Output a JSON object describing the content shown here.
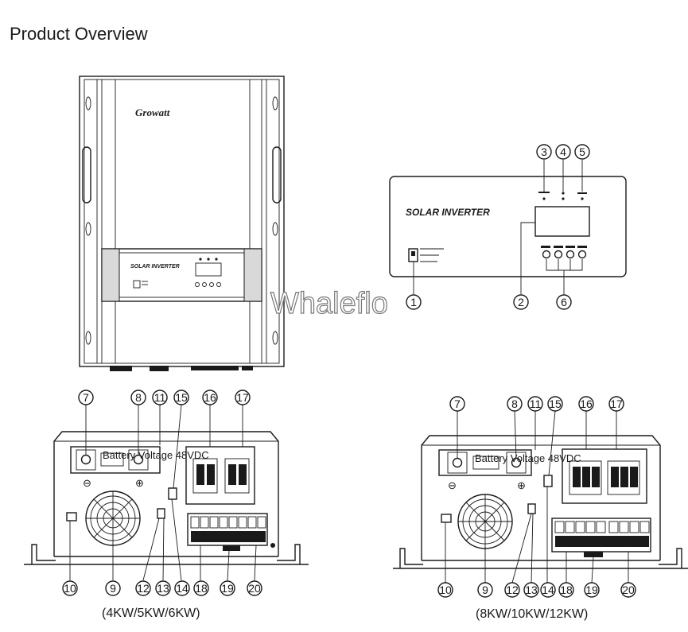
{
  "title": "Product Overview",
  "brand_logo": "Growatt",
  "panel_label": "SOLAR INVERTER",
  "watermark": "Whaleflo",
  "battery_label": "Battery Voltage 48VDC",
  "captions": {
    "left": "(4KW/5KW/6KW)",
    "right": "(8KW/10KW/12KW)"
  },
  "callouts": {
    "front": [
      "1",
      "2",
      "3",
      "4",
      "5",
      "6"
    ],
    "bottom": [
      "7",
      "8",
      "9",
      "10",
      "11",
      "12",
      "13",
      "14",
      "15",
      "16",
      "17",
      "18",
      "19",
      "20"
    ]
  },
  "polarity": {
    "minus": "⊖",
    "plus": "⊕"
  }
}
